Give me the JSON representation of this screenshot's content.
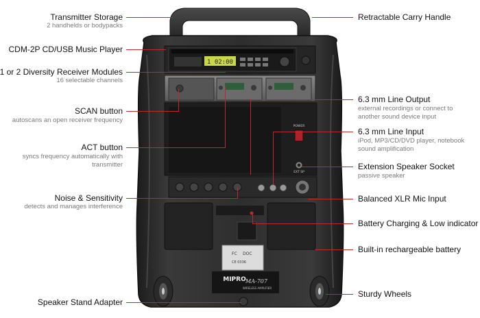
{
  "colors": {
    "leader_line": "#c0282d",
    "label_text": "#111111",
    "sublabel_text": "#7a7a7a",
    "cabinet": "#2b2b2b"
  },
  "left_callouts": [
    {
      "title": "Transmitter Storage",
      "sub": [
        "2 handhelds or bodypacks"
      ]
    },
    {
      "title": "CDM-2P CD/USB Music Player",
      "sub": []
    },
    {
      "title": "1 or 2 Diversity Receiver Modules",
      "sub": [
        "16 selectable channels"
      ]
    },
    {
      "title": "SCAN button",
      "sub": [
        "autoscans an open receiver frequency"
      ]
    },
    {
      "title": "ACT button",
      "sub": [
        "syncs frequency automatically with",
        "transmitter"
      ]
    },
    {
      "title": "Noise & Sensitivity",
      "sub": [
        "detects and manages interference"
      ]
    },
    {
      "title": "Speaker Stand Adapter",
      "sub": []
    }
  ],
  "right_callouts": [
    {
      "title": "Retractable Carry Handle",
      "sub": []
    },
    {
      "title": "6.3 mm Line Output",
      "sub": [
        "external recordings or connect to",
        "another sound device input"
      ]
    },
    {
      "title": "6.3 mm Line Input",
      "sub": [
        "iPod, MP3/CD/DVD player, notebook",
        "sound amplification"
      ]
    },
    {
      "title": "Extension Speaker Socket",
      "sub": [
        "passive speaker"
      ]
    },
    {
      "title": "Balanced XLR Mic Input",
      "sub": []
    },
    {
      "title": "Battery Charging & Low indicator",
      "sub": []
    },
    {
      "title": "Built-in rechargeable battery",
      "sub": []
    },
    {
      "title": "Sturdy Wheels",
      "sub": []
    }
  ],
  "device": {
    "brand": "MIPRO",
    "model": "MA-707",
    "model_sub": "WIRELESS AMPLIFIER",
    "lcd_text": "1 02:00",
    "power_label": "POWER",
    "ext_sp_label": "EXT SP",
    "cert_marks": [
      "FC",
      "DOC",
      "CE 0336"
    ]
  }
}
